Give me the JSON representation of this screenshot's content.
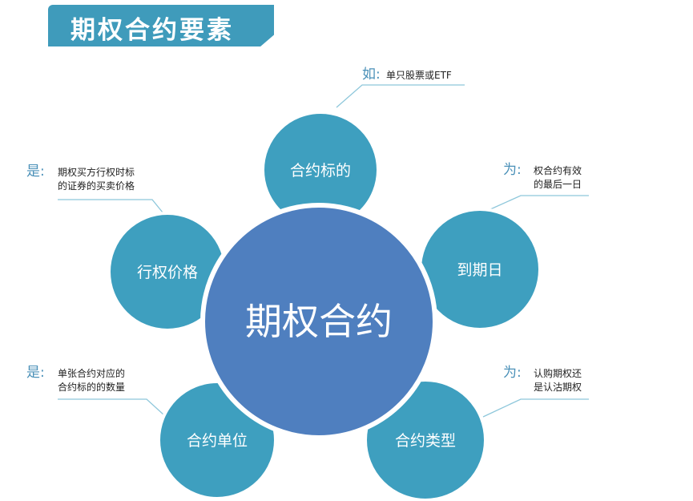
{
  "title": "期权合约要素",
  "center": "期权合约",
  "nodes": [
    {
      "id": "underlying",
      "label": "合约标的",
      "prefix": "如:",
      "note": [
        "单只股票或ETF"
      ]
    },
    {
      "id": "expiry",
      "label": "到期日",
      "prefix": "为:",
      "note": [
        "权合约有效",
        "的最后一日"
      ]
    },
    {
      "id": "type",
      "label": "合约类型",
      "prefix": "为:",
      "note": [
        "认购期权还",
        "是认沽期权"
      ]
    },
    {
      "id": "unit",
      "label": "合约单位",
      "prefix": "是:",
      "note": [
        "单张合约对应的",
        "合约标的的数量"
      ]
    },
    {
      "id": "strike",
      "label": "行权价格",
      "prefix": "是:",
      "note": [
        "期权买方行权时标",
        "的证券的买卖价格"
      ]
    }
  ],
  "colors": {
    "banner": "#3f9bbb",
    "center_fill": "#4f7fbf",
    "node_fill": "#3e9fbf",
    "node_border": "#ffffff",
    "connector": "#8ec7db",
    "prefix_text": "#4a90b8",
    "note_text": "#222222"
  }
}
